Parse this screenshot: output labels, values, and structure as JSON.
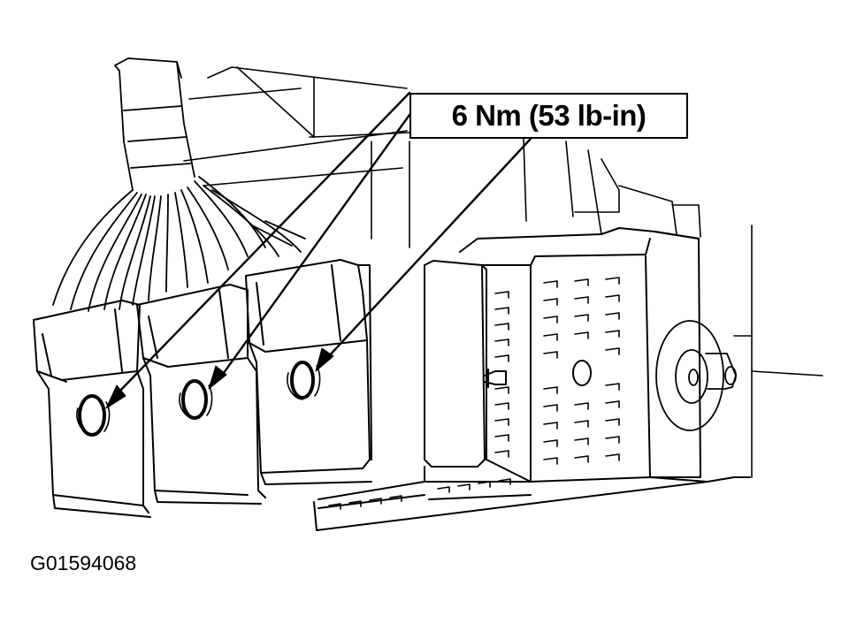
{
  "callout": {
    "torque_label": "6 Nm (53 lb-in)"
  },
  "figure": {
    "id": "G01594068"
  },
  "colors": {
    "ink": "#000000",
    "paper": "#ffffff"
  },
  "parts": {
    "connectors": [
      "connector-1",
      "connector-2",
      "connector-3"
    ],
    "fasteners": [
      "bolt-1",
      "bolt-2",
      "bolt-3"
    ]
  }
}
